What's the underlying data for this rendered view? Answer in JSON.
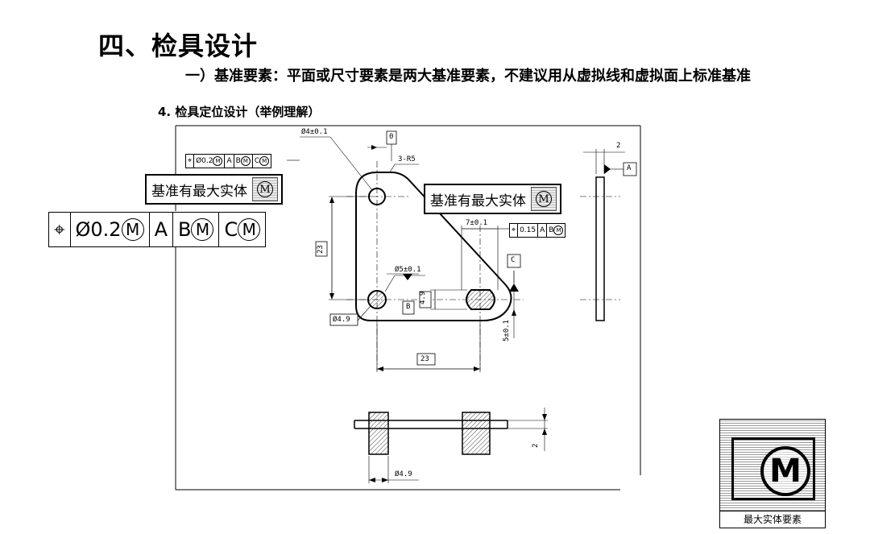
{
  "page": {
    "title": "四、检具设计",
    "subtitle": "一）基准要素：平面或尺寸要素是两大基准要素，不建议用从虚拟线和虚拟面上标准基准",
    "section": "4. 检具定位设计（举例理解）"
  },
  "big_fcf": {
    "symbol": "⌖",
    "tolerance": "Ø0.2",
    "datum1": "A",
    "datum2": "B",
    "datum3": "C",
    "modifier": "M"
  },
  "small_fcf_top": {
    "symbol": "⌖",
    "tolerance": "Ø0.2",
    "datum1": "A",
    "datum2": "B",
    "datum3": "C",
    "modifier": "M"
  },
  "small_fcf_right": {
    "symbol": "⌖",
    "tolerance": "0.15",
    "datum1": "A",
    "datum2": "B",
    "modifier": "M"
  },
  "callouts": {
    "left_text": "基准有最大实体",
    "right_text": "基准有最大实体",
    "modifier": "M"
  },
  "dims": {
    "hole_top": "Ø4±0.1",
    "radius": "3-R5",
    "vertical_23": "23",
    "hole_b": "Ø5±0.1",
    "slot_width": "7±0.1",
    "slot_height": "4.9",
    "pin": "Ø4.9",
    "horizontal_23": "23",
    "slot_offset": "5±0.1",
    "thickness": "2",
    "side_thickness": "2",
    "bottom_pin": "Ø4.9",
    "zero_box": "0"
  },
  "datums": {
    "a": "A",
    "b": "B",
    "c": "C"
  },
  "legend": {
    "modifier": "M",
    "caption": "最大实体要素"
  }
}
